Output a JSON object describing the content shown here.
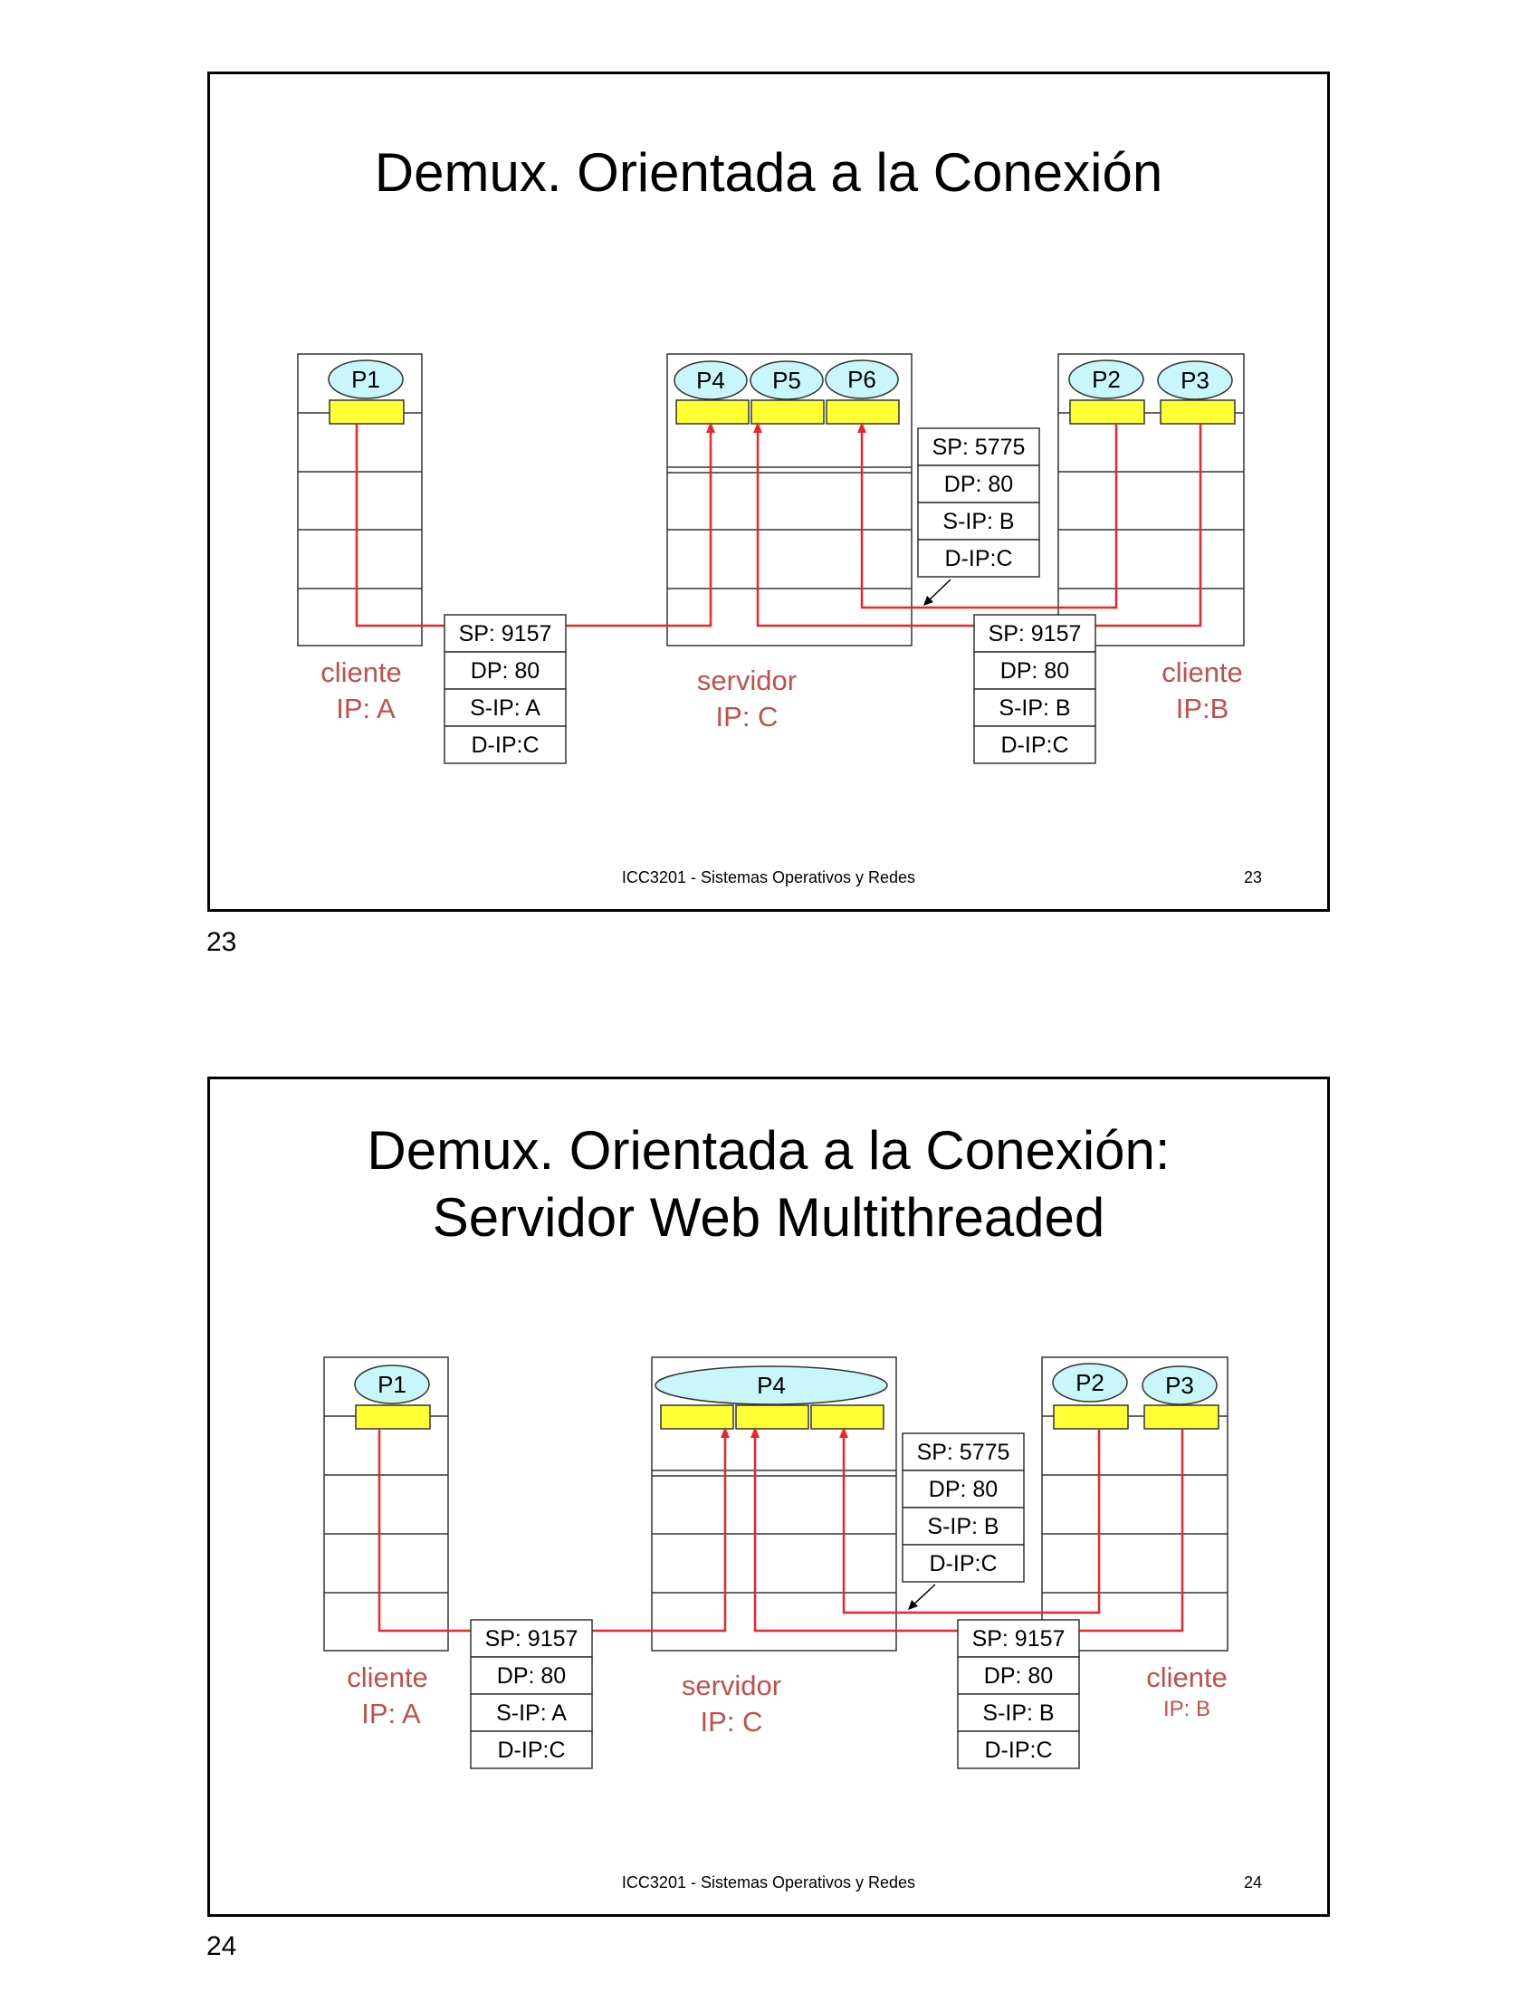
{
  "slides": [
    {
      "title": "Demux. Orientada a la Conexión",
      "footer": "ICC3201 - Sistemas Operativos y Redes",
      "slide_number": "23",
      "page_number": "23",
      "processes": {
        "client_a": [
          "P1"
        ],
        "server": [
          "P4",
          "P5",
          "P6"
        ],
        "client_b": [
          "P2",
          "P3"
        ]
      },
      "hosts": {
        "client_a": [
          "cliente",
          "IP: A"
        ],
        "server": [
          "servidor",
          "IP: C"
        ],
        "client_b": [
          "cliente",
          "IP:B"
        ]
      },
      "segments": {
        "a": [
          "SP: 9157",
          "DP: 80",
          "S-IP: A",
          "D-IP:C"
        ],
        "b_top": [
          "SP: 5775",
          "DP: 80",
          "S-IP: B",
          "D-IP:C"
        ],
        "b_bottom": [
          "SP: 9157",
          "DP: 80",
          "S-IP: B",
          "D-IP:C"
        ]
      }
    },
    {
      "title": [
        "Demux. Orientada a la Conexión:",
        "Servidor Web Multithreaded"
      ],
      "footer": "ICC3201 - Sistemas Operativos y Redes",
      "slide_number": "24",
      "page_number": "24",
      "processes": {
        "client_a": [
          "P1"
        ],
        "server": [
          "P4"
        ],
        "client_b": [
          "P2",
          "P3"
        ]
      },
      "hosts": {
        "client_a": [
          "cliente",
          "IP: A"
        ],
        "server": [
          "servidor",
          "IP: C"
        ],
        "client_b": [
          "cliente",
          "IP: B"
        ]
      },
      "segments": {
        "a": [
          "SP: 9157",
          "DP: 80",
          "S-IP: A",
          "D-IP:C"
        ],
        "b_top": [
          "SP: 5775",
          "DP: 80",
          "S-IP: B",
          "D-IP:C"
        ],
        "b_bottom": [
          "SP: 9157",
          "DP: 80",
          "S-IP: B",
          "D-IP:C"
        ]
      }
    }
  ],
  "colors": {
    "process_fill": "#c8f6fa",
    "socket_fill": "#ffff33",
    "path": "#e8262b",
    "host_label": "#c0504d",
    "line": "#333333"
  }
}
